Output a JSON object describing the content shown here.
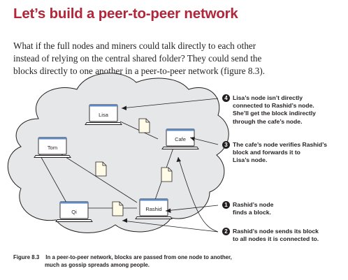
{
  "heading": "Let’s build a peer-to-peer network",
  "paragraph": [
    "What if the full nodes and miners could talk directly to each other",
    "instead of relying on the central shared folder? They could send the",
    "blocks directly to one another in a peer-to-peer network (figure 8.3)."
  ],
  "nodes": {
    "lisa": "Lisa",
    "tom": "Tom",
    "cafe": "Cafe",
    "qi": "Qi",
    "rashid": "Rashid"
  },
  "callouts": [
    {
      "num": "4",
      "lines": [
        "Lisa’s node isn’t directly",
        "connected to Rashid’s node.",
        "She’ll get the block indirectly",
        "through the cafe’s node."
      ]
    },
    {
      "num": "3",
      "lines": [
        "The cafe’s node verifies Rashid’s",
        "block and forwards it to",
        "Lisa’s node."
      ]
    },
    {
      "num": "1",
      "lines": [
        "Rashid’s node",
        "finds a block."
      ]
    },
    {
      "num": "2",
      "lines": [
        "Rashid’s node sends its block",
        "to all nodes it is connected to."
      ]
    }
  ],
  "caption": {
    "label": "Figure 8.3",
    "line1": "In a peer-to-peer network, blocks are passed from one node to another,",
    "line2": "much as gossip spreads among people."
  },
  "colors": {
    "heading": "#b2263a",
    "cloud_fill": "#e6e7e8",
    "document_fill": "#fffbe6",
    "screen_blue": "#5b88c6"
  }
}
